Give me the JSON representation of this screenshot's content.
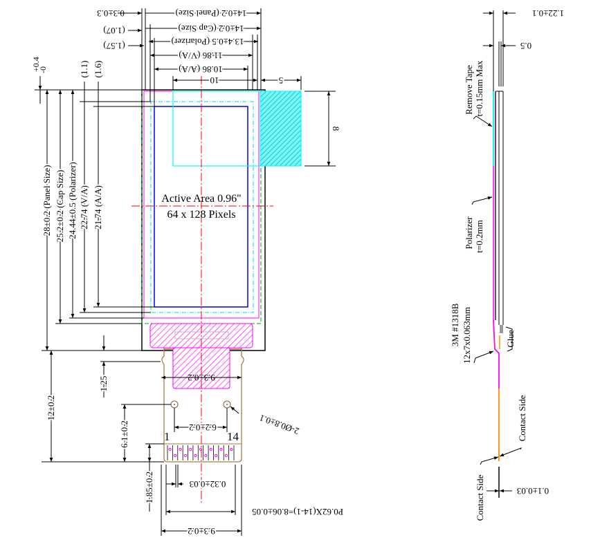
{
  "front_view": {
    "active_area_label": "Active Area 0.96\"",
    "pixels_label": "64 x 128 Pixels",
    "pin_first": "1",
    "pin_last": "14",
    "top_dims": {
      "panel_width": "14±0.2 (Panel Size)",
      "panel_offset": "0.3±0.3",
      "cap_width": "14±0.2 (Cap Size)",
      "cap_offset": "(1.07)",
      "polarizer_width": "13.4±0.5 (Polarizer)",
      "polarizer_offset": "(1.57)",
      "va_width": "11.86 (V/A)",
      "aa_width": "10.86 (A/A)",
      "tape_width": "10",
      "tape_tab": "5"
    },
    "right_dims": {
      "tape_height": "8"
    },
    "left_dims": {
      "tolerance_plus": "+0.4",
      "tolerance_minus": "-0",
      "va_offset": "(1.1)",
      "aa_offset": "(1.6)",
      "panel_height": "28±0.2 (Panel Size)",
      "cap_height": "25.2±0.2 (Cap Size)",
      "polarizer_height": "24.44±0.5 (Polarizer)",
      "va_height": "22.74 (V/A)",
      "aa_height": "21.74 (A/A)",
      "fpc_length": "12±0.2",
      "notch": "1.25",
      "hole_to_edge": "6.1±0.2",
      "pin_length": "1.85±0.2"
    },
    "bottom_dims": {
      "fpc_width_upper": "9.3±0.2",
      "hole_pitch": "6.2±0.2",
      "hole_diameter": "2-Ø0.8±0.1",
      "pin_width": "0.32±0.03",
      "pin_pitch": "P0.62X(14-1)=8.06±0.05",
      "fpc_width_lower": "9.3±0.2"
    }
  },
  "side_view": {
    "total_thickness": "1.22±0.1",
    "glass_thickness": "0.5",
    "remove_tape": "Remove Tape",
    "remove_tape_thickness": "t=0.15mm Max",
    "polarizer": "Polarizer",
    "polarizer_thickness": "t=0.2mm",
    "tape_part": "3M #1318B",
    "tape_size": "12x7x0.063mm",
    "glue": "Glue",
    "contact_side_right": "Contact Side",
    "contact_side_left": "Contact Side",
    "fpc_thickness": "0.1±0.03"
  },
  "colors": {
    "polarizer": "#ff00ff",
    "active_area": "#0000ff",
    "cap": "#00e5e5",
    "remove_tape": "#00ffff",
    "centerline": "#ff0000",
    "fpc": "#b07a45",
    "fpc_side": "#ff8c00",
    "outline_green": "#00aa00"
  }
}
